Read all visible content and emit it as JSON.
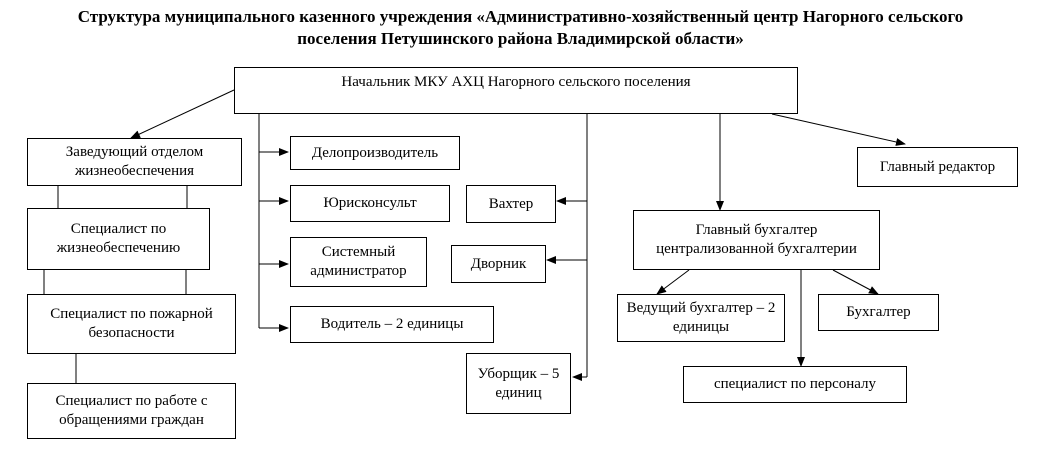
{
  "title": {
    "line1": "Структура муниципального казенного учреждения  «Административно-хозяйственный центр Нагорного сельского",
    "line2": "поселения Петушинского района Владимирской области»"
  },
  "boxes": {
    "head": "Начальник МКУ АХЦ Нагорного сельского поселения",
    "life_head": "Заведующий отделом жизнеобеспечения",
    "life_spec": "Специалист по жизнеобеспечению",
    "fire_spec": "Специалист по пожарной безопасности",
    "citizens_spec": "Специалист по работе с обращениями граждан",
    "clerk": "Делопроизводитель",
    "lawyer": "Юрисконсульт",
    "sysadmin": "Системный администратор",
    "driver": "Водитель – 2 единицы",
    "watchman": "Вахтер",
    "janitor": "Дворник",
    "cleaner": "Уборщик – 5 единиц",
    "chief_acc": "Главный бухгалтер централизованной бухгалтерии",
    "lead_acc": "Ведущий бухгалтер – 2 единицы",
    "accountant": "Бухгалтер",
    "hr": "специалист по персоналу",
    "editor": "Главный редактор"
  }
}
